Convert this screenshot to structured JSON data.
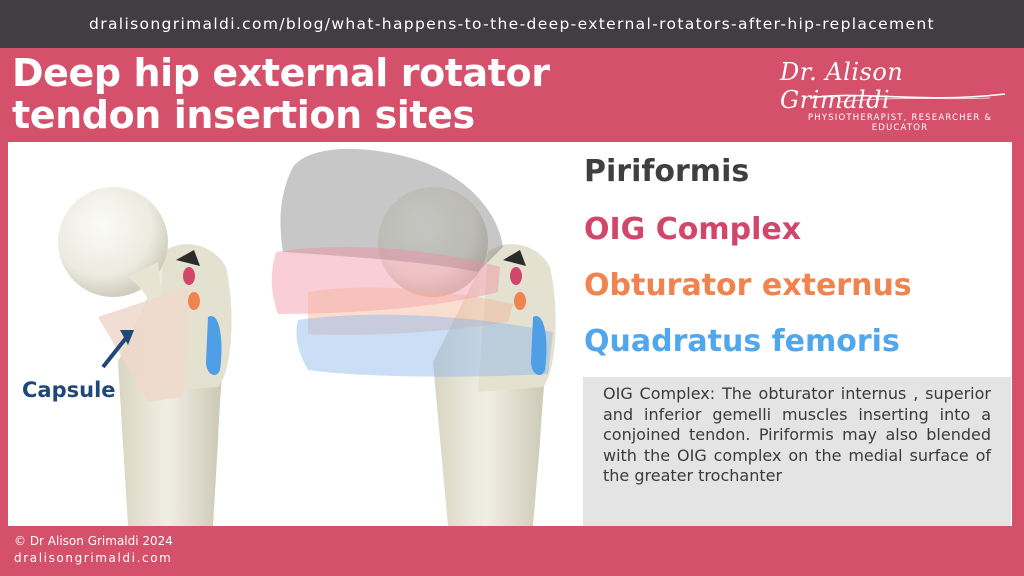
{
  "header": {
    "url": "dralisongrimaldi.com/blog/what-happens-to-the-deep-external-rotators-after-hip-replacement",
    "title_line1": "Deep hip external rotator",
    "title_line2": "tendon insertion sites"
  },
  "logo": {
    "signature": "Dr. Alison Grimaldi",
    "tagline": "PHYSIOTHERAPIST, RESEARCHER & EDUCATOR"
  },
  "illustration": {
    "capsule_label": "Capsule"
  },
  "legend": {
    "items": [
      {
        "label": "Piriformis",
        "color": "#3f3f3f"
      },
      {
        "label": "OIG Complex",
        "color": "#d1466a"
      },
      {
        "label": "Obturator externus",
        "color": "#f0834e"
      },
      {
        "label": "Quadratus femoris",
        "color": "#51a7ec"
      }
    ]
  },
  "info_box": {
    "text": "OIG Complex: The obturator internus , superior and inferior gemelli muscles inserting into a conjoined tendon. Piriformis may also blended with the OIG complex on the medial surface of the greater trochanter"
  },
  "footer": {
    "copyright": "© Dr Alison Grimaldi 2024",
    "site": "dralisongrimaldi.com"
  },
  "colors": {
    "brand_pink": "#d5506a",
    "dark_bar": "#403e42",
    "capsule_navy": "#1f4779"
  }
}
